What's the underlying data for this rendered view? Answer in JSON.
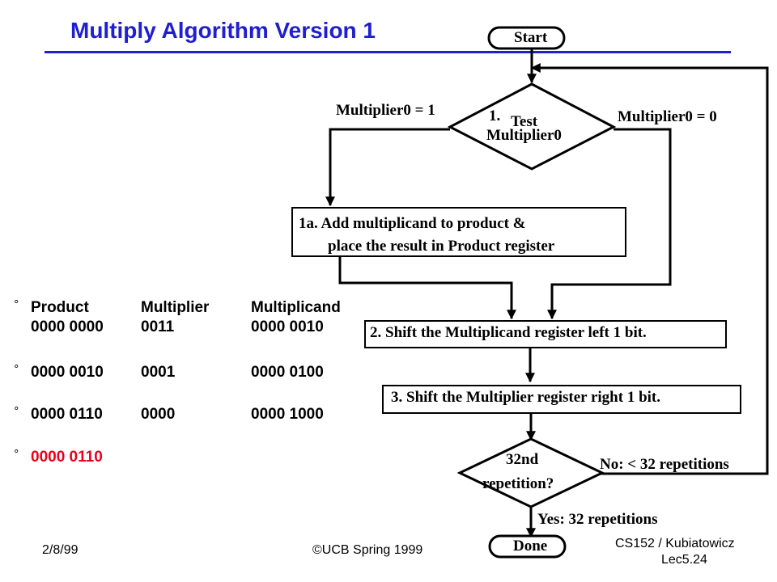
{
  "slide": {
    "title": "Multiply Algorithm Version 1",
    "footer_date": "2/8/99",
    "footer_copyright": "©UCB Spring 1999",
    "footer_course": "CS152 / Kubiatowicz",
    "footer_lecture": "Lec5.24"
  },
  "flowchart": {
    "start": "Start",
    "done": "Done",
    "test_num": "1.",
    "test_word": "Test",
    "test_subject": "Multiplier0",
    "branch_one": "Multiplier0 = 1",
    "branch_zero": "Multiplier0 = 0",
    "step_1a_line1": "1a. Add multiplicand to product &",
    "step_1a_line2": "place the result in Product register",
    "step_2": "2. Shift the Multiplicand register left 1 bit.",
    "step_3": "3. Shift the Multiplier register right 1 bit.",
    "check_line1": "32nd",
    "check_line2": "repetition?",
    "no_label": "No: < 32 repetitions",
    "yes_label": "Yes: 32 repetitions"
  },
  "trace": {
    "bullet": "°",
    "headers": [
      "Product",
      "Multiplier",
      "Multiplicand"
    ],
    "rows": [
      [
        "0000 0000",
        "0011",
        "0000 0010"
      ],
      [
        "0000 0010",
        "0001",
        "0000 0100"
      ],
      [
        "0000 0110",
        "0000",
        "0000 1000"
      ],
      [
        "0000 0110",
        "",
        ""
      ]
    ],
    "result_color": "#e8001c"
  },
  "colors": {
    "title": "#1f1fd0",
    "lines": "#000000"
  }
}
